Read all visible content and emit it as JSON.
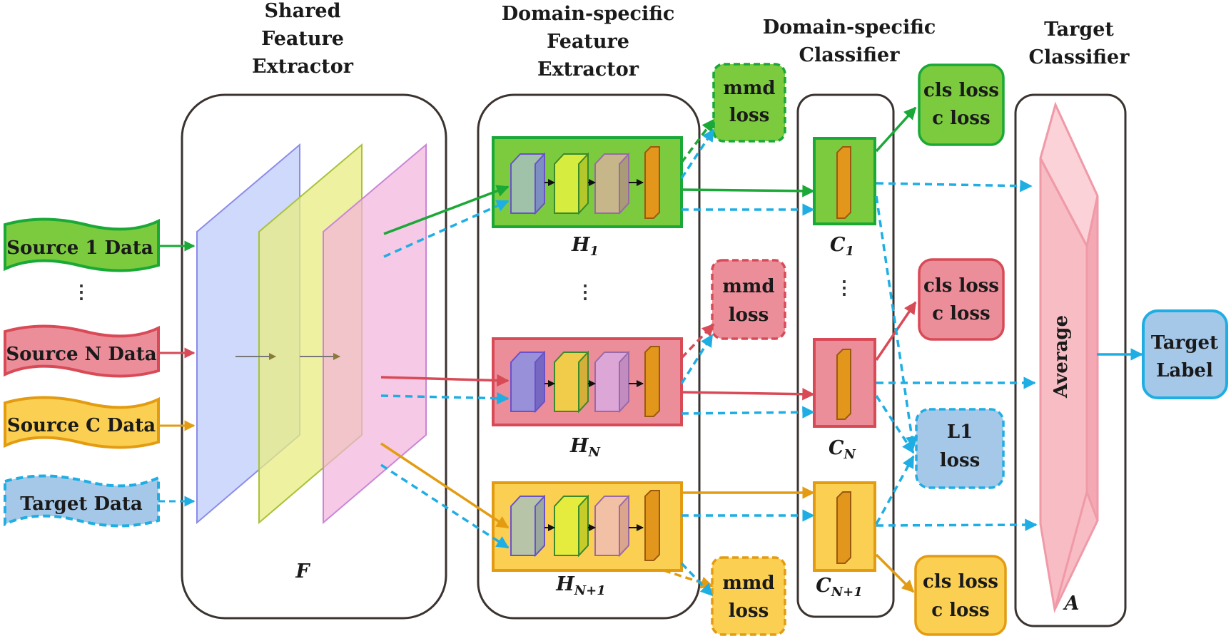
{
  "headers": {
    "shared": [
      "Shared",
      "Feature",
      "Extractor"
    ],
    "domain_feature": [
      "Domain-specific",
      "Feature",
      "Extractor"
    ],
    "domain_classifier": [
      "Domain-specific",
      "Classifier"
    ],
    "target_classifier": [
      "Target",
      "Classifier"
    ]
  },
  "inputs": {
    "source1": "Source 1 Data",
    "sourceN": "Source N Data",
    "sourceC": "Source C Data",
    "target": "Target Data",
    "dots": "⋮"
  },
  "symbols": {
    "F": "F",
    "H": "H",
    "H1_sub": "1",
    "HN_sub": "N",
    "HN1_sub": "N+1",
    "C": "C",
    "C1_sub": "1",
    "CN_sub": "N",
    "CN1_sub": "N+1",
    "A": "A",
    "dots": "⋮"
  },
  "losses": {
    "mmd": [
      "mmd",
      "loss"
    ],
    "cls": [
      "cls loss",
      "c loss"
    ],
    "l1": [
      "L1",
      "loss"
    ]
  },
  "average": "Average",
  "output": [
    "Target",
    "Label"
  ],
  "colors": {
    "green": "#1aa837",
    "green_fill": "#7ccb3f",
    "red": "#d94a57",
    "red_fill": "#ec8e9a",
    "orange": "#e39c12",
    "orange_fill": "#fbd052",
    "blue": "#1faee3",
    "blue_fill": "#a6c8e8",
    "pink_stroke": "#f09aa8",
    "pink_fill": "#f7bcc4"
  }
}
